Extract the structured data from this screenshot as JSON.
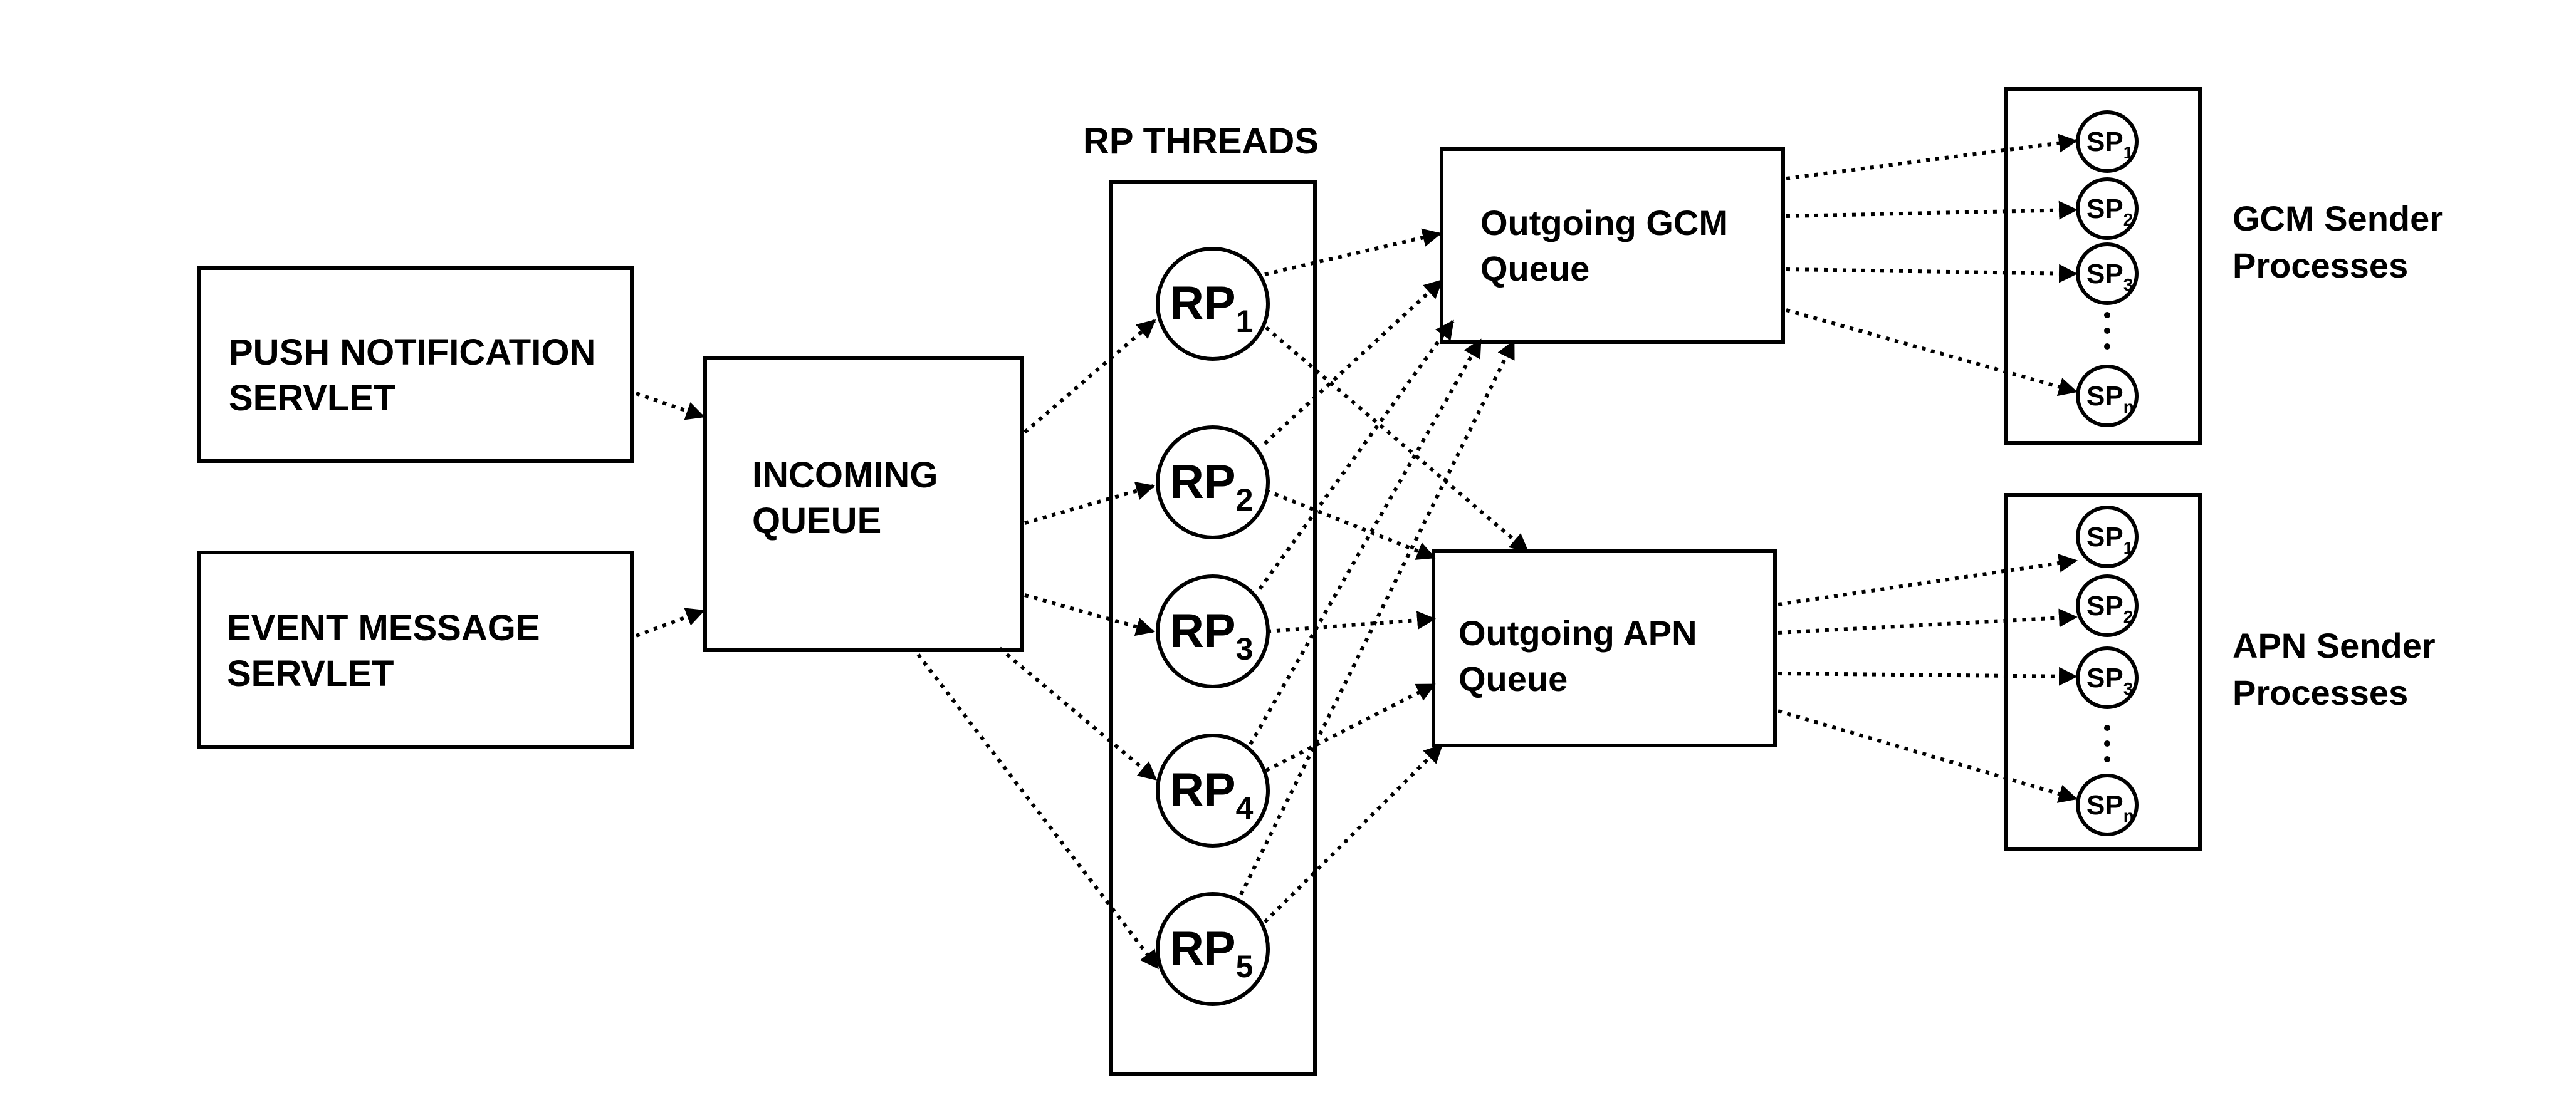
{
  "sources": {
    "push_notification_servlet": [
      "PUSH NOTIFICATION",
      "SERVLET"
    ],
    "event_message_servlet": [
      "EVENT MESSAGE",
      "SERVLET"
    ]
  },
  "incoming_queue": [
    "INCOMING",
    "QUEUE"
  ],
  "rp_threads": {
    "title": "RP THREADS",
    "nodes": [
      {
        "base": "RP",
        "sub": "1"
      },
      {
        "base": "RP",
        "sub": "2"
      },
      {
        "base": "RP",
        "sub": "3"
      },
      {
        "base": "RP",
        "sub": "4"
      },
      {
        "base": "RP",
        "sub": "5"
      }
    ]
  },
  "outgoing_gcm_queue": [
    "Outgoing GCM",
    "Queue"
  ],
  "outgoing_apn_queue": [
    "Outgoing APN",
    "Queue"
  ],
  "gcm_senders": {
    "label": [
      "GCM Sender",
      "Processes"
    ],
    "nodes": [
      {
        "base": "SP",
        "sub": "1"
      },
      {
        "base": "SP",
        "sub": "2"
      },
      {
        "base": "SP",
        "sub": "3"
      },
      {
        "base": "SP",
        "sub": "n"
      }
    ]
  },
  "apn_senders": {
    "label": [
      "APN Sender",
      "Processes"
    ],
    "nodes": [
      {
        "base": "SP",
        "sub": "1"
      },
      {
        "base": "SP",
        "sub": "2"
      },
      {
        "base": "SP",
        "sub": "3"
      },
      {
        "base": "SP",
        "sub": "n"
      }
    ]
  }
}
